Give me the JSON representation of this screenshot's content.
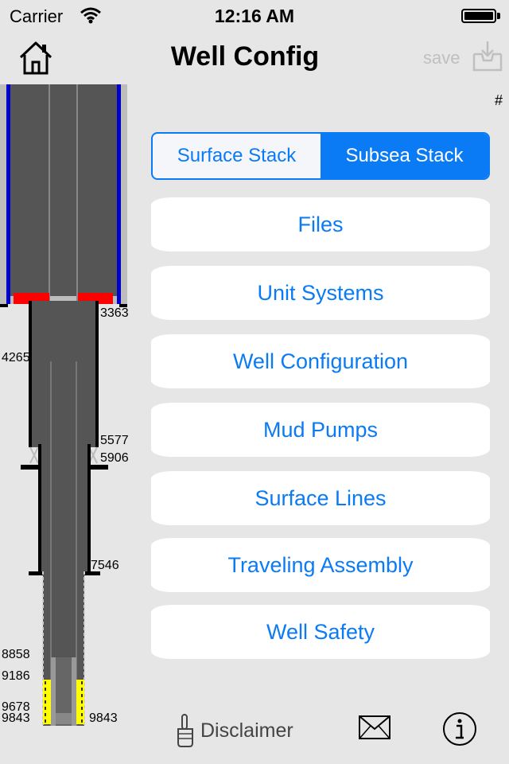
{
  "status_bar": {
    "carrier": "Carrier",
    "time": "12:16 AM"
  },
  "nav": {
    "title": "Well Config",
    "save_label": "save"
  },
  "hash_mark": "#",
  "segmented": {
    "options": [
      "Surface Stack",
      "Subsea Stack"
    ],
    "selected_index": 1
  },
  "menu": [
    {
      "label": "Files"
    },
    {
      "label": "Unit Systems"
    },
    {
      "label": "Well Configuration"
    },
    {
      "label": "Mud Pumps"
    },
    {
      "label": "Surface Lines"
    },
    {
      "label": "Traveling Assembly"
    },
    {
      "label": "Well Safety"
    }
  ],
  "well_depths": {
    "d3363": "3363",
    "d4265": "4265",
    "d5577": "5577",
    "d5906": "5906",
    "d7546": "7546",
    "d8858": "8858",
    "d9186": "9186",
    "d9678": "9678",
    "d9843_left": "9843",
    "d9843_right": "9843"
  },
  "toolbar": {
    "disclaimer_label": "Disclaimer"
  },
  "colors": {
    "accent": "#0a7bf5",
    "background": "#e6e6e6",
    "pipe": "#555555",
    "seal": "#ff0000",
    "bit": "#ffff00",
    "riser_line": "#0000cc"
  },
  "icons": [
    "wifi-icon",
    "battery-icon",
    "home-icon",
    "save-tray-icon",
    "hand-pointer-icon",
    "envelope-icon",
    "info-icon"
  ]
}
